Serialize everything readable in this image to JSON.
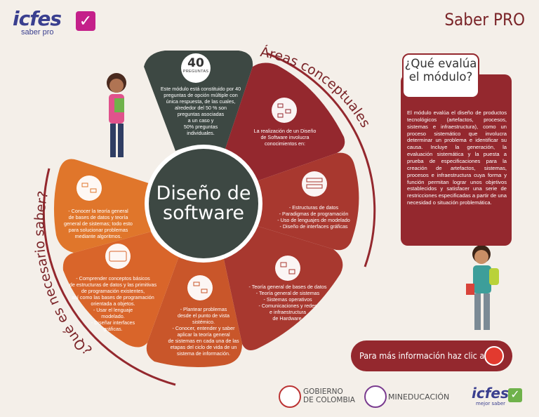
{
  "header": {
    "logo_text": "icfes",
    "logo_sub": "saber pro",
    "program": "Saber PRO"
  },
  "wheel": {
    "center_title_1": "Diseño de",
    "center_title_2": "software",
    "count": "40",
    "count_label": "PREGUNTAS",
    "arc_right": "Áreas conceptuales",
    "arc_left": "¿Qué es necesario saber?",
    "intro": [
      "Este módulo está constituido por 40",
      "preguntas de opción múltiple con",
      "única respuesta, de las cuales,",
      "alrededor del 50 % son",
      "preguntas asociadas",
      "a un caso y",
      "50% preguntas",
      "individuales."
    ],
    "areas_intro": [
      "La realización de un Diseño",
      "de Software involucra",
      "conocimientos en:"
    ],
    "areas_1": [
      "- Estructuras de datos",
      "- Paradigmas de programación",
      "- Uso de lenguajes de modelado",
      "- Diseño de interfaces gráficas"
    ],
    "areas_2": [
      "- Teoría general de bases de datos",
      "- Teoría general de sistemas",
      "- Sistemas operativos",
      "- Comunicaciones y redes",
      "e infraestructura",
      "de Hardware."
    ],
    "know_1": [
      "- Plantear problemas",
      "desde el punto de vista",
      "sistémico.",
      "- Conocer, entender y saber",
      "aplicar la teoría general",
      "de sistemas en cada una de las",
      "etapas del ciclo de vida de un",
      "sistema de información."
    ],
    "know_2": [
      "- Comprender conceptos básicos",
      "de estructuras de datos y las primitivas",
      "de programación existentes,",
      "así como las bases de programación",
      "orientada a objetos.",
      "- Usar el lenguaje",
      "modelado.",
      "- Diseñar interfaces",
      "gráficas."
    ],
    "know_3": [
      "- Conocer la teoría general",
      "de bases de datos y teoría",
      "general de sistemas; todo esto",
      "para solucionar problemas",
      "mediante algoritmos."
    ]
  },
  "panel": {
    "title_1": "¿Qué evalúa",
    "title_2": "el módulo?",
    "body": "El módulo evalúa el diseño de productos tecnológicos (artefactos, procesos, sistemas e infraestructura), como un proceso sistemático que involucra determinar un problema e identificar su causa. Incluye la generación, la evaluación sistemática y la puesta a prueba de especificaciones para la creación de artefactos, sistemas, procesos e infraestructura cuya forma y función permitan lograr unos objetivos establecidos y satisfacer una serie de restricciones especificadas a partir de una necesidad o situación problemática."
  },
  "cta": {
    "label": "Para más información haz clic aquí"
  },
  "footer": {
    "gov_1": "GOBIERNO",
    "gov_2": "DE COLOMBIA",
    "min": "MINEDUCACIÓN",
    "logo": "icfes",
    "logo_sub": "mejor saber"
  },
  "colors": {
    "dark_red": "#94282e",
    "red": "#a8382f",
    "orange": "#e0762b",
    "dark_orange": "#c9562a",
    "slate": "#3d4843"
  }
}
